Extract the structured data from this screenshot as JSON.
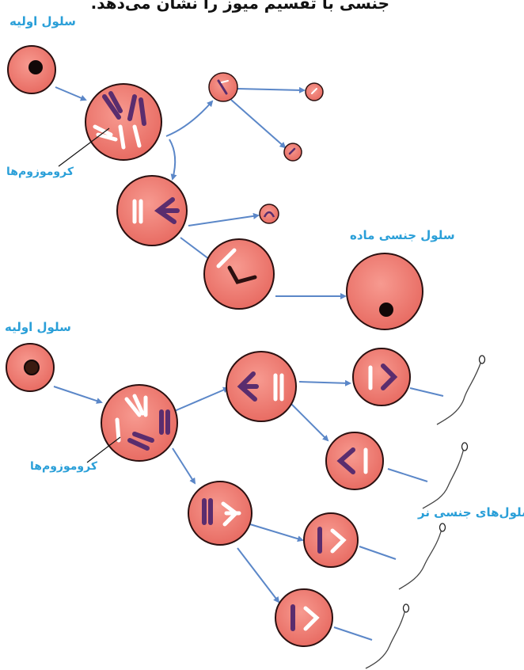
{
  "heading": {
    "text": "جنسی با تقسیم میوز را نشان می‌دهد."
  },
  "female_diagram": {
    "title": "سلول اولیه",
    "chromosome_label": "کروموزوم‌ها",
    "result_label": "سلول جنسی ماده"
  },
  "male_diagram": {
    "title": "سلول اولیه",
    "chromosome_label": "کروموزوم‌ها",
    "result_label": "سلول‌های جنسی نر"
  },
  "colors": {
    "label": "#2a9fd8",
    "cell_fill": "#ef7f76",
    "cell_stroke": "#2b1010",
    "nucleus": "#120808",
    "chromosome_dark": "#5a2d6e",
    "chromosome_light": "#ffffff",
    "arrow": "#5b87c8"
  }
}
